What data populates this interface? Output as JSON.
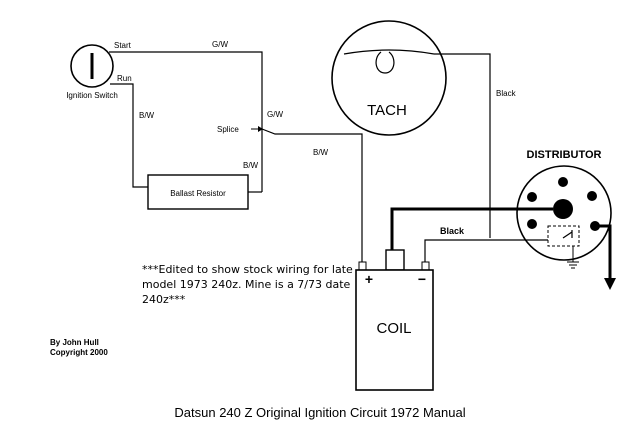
{
  "ignition_switch": {
    "label": "Ignition Switch",
    "terminal_start": "Start",
    "terminal_run": "Run"
  },
  "wires": {
    "gw_top": "G/W",
    "gw_vertical": "G/W",
    "bw_switch": "B/W",
    "bw_resistor": "B/W",
    "bw_splice": "B/W",
    "black_tach": "Black",
    "black_coil": "Black"
  },
  "splice": {
    "label": "Splice"
  },
  "ballast_resistor": {
    "label": "Ballast Resistor"
  },
  "tach": {
    "label": "TACH"
  },
  "distributor": {
    "label": "DISTRIBUTOR"
  },
  "coil": {
    "label": "COIL",
    "plus": "+",
    "minus": "−"
  },
  "note": "***Edited to show stock wiring for late model 1973 240z. Mine is a 7/73 date 240z***",
  "byline": {
    "author": "By John Hull",
    "copyright": "Copyright 2000"
  },
  "caption": "Datsun 240 Z Original Ignition Circuit 1972 Manual"
}
